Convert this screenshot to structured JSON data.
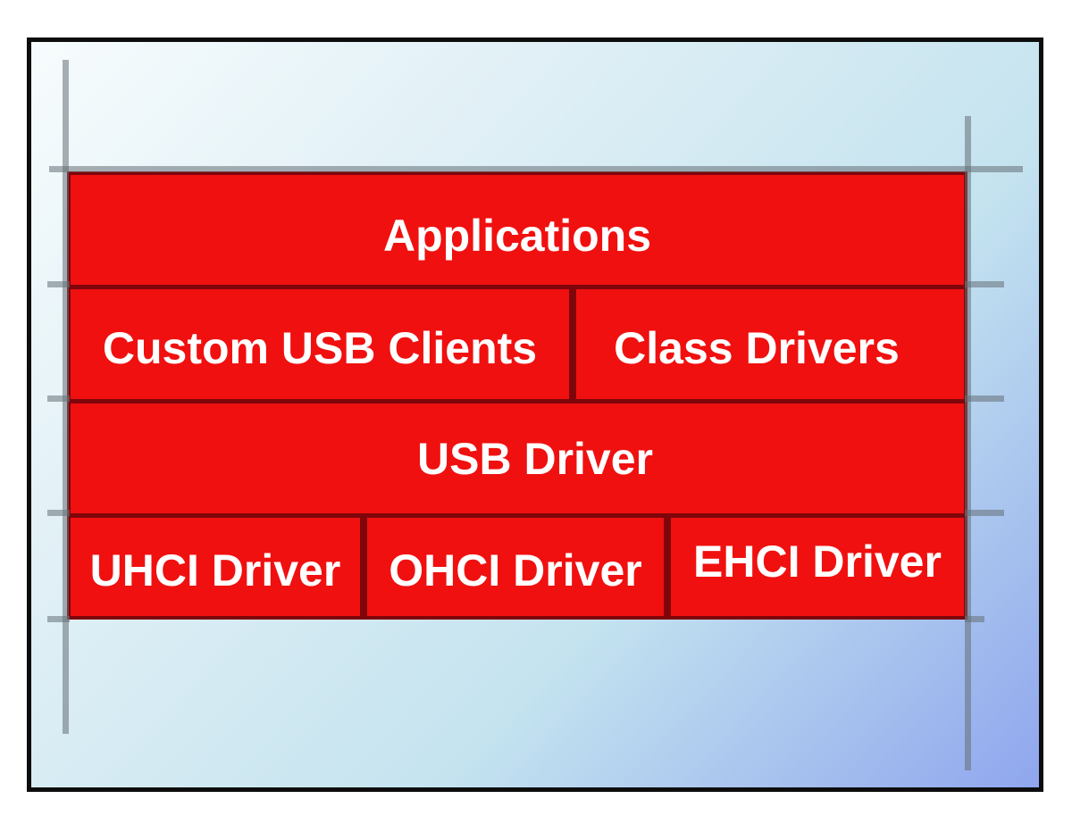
{
  "diagram": {
    "description": "USB driver stack block diagram",
    "rows": [
      {
        "cells": [
          {
            "label": "Applications"
          }
        ]
      },
      {
        "cells": [
          {
            "label": "Custom USB Clients"
          },
          {
            "label": "Class Drivers"
          }
        ]
      },
      {
        "cells": [
          {
            "label": "USB Driver"
          }
        ]
      },
      {
        "cells": [
          {
            "label": "UHCI Driver"
          },
          {
            "label": "OHCI Driver"
          },
          {
            "label": "EHCI Driver"
          }
        ]
      }
    ]
  },
  "colors": {
    "cell_fill": "#f01010",
    "cell_border": "#7e060b",
    "label_color": "#ffffff",
    "frame_border": "#0d0d0d",
    "grid_line": "rgba(100, 112, 118, 0.55)",
    "bg_top_left": "#f7fcfd",
    "bg_upper_mid": "#ddeef5",
    "bg_lower_mid": "#c4e3ef",
    "bg_bottom_right": "#8fa6ee"
  }
}
